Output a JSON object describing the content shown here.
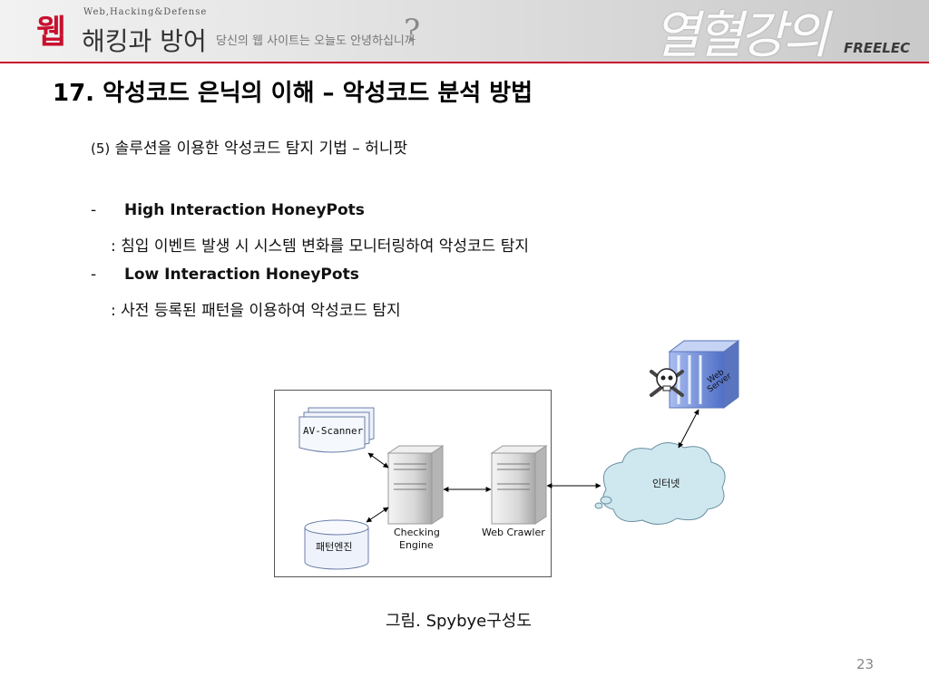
{
  "banner": {
    "logo_web": "웹",
    "logo_subtitle": "Web,Hacking&Defense",
    "logo_title": "해킹과 방어",
    "tagline": "당신의 웹 사이트는 오늘도 안녕하십니까",
    "question_mark": "?",
    "brush_text": "열혈강의",
    "publisher": "FREELEC"
  },
  "slide": {
    "title": "17. 악성코드 은닉의 이해 – 악성코드 분석 방법",
    "subtitle_num": "(5)",
    "subtitle_text": "솔루션을 이용한 악성코드 탐지 기법 – 허니팟",
    "items": [
      {
        "dash": "-",
        "heading": "High Interaction HoneyPots",
        "desc": ": 침입 이벤트 발생 시 시스템 변화를 모니터링하여 악성코드 탐지"
      },
      {
        "dash": "-",
        "heading": "Low Interaction HoneyPots",
        "desc": ": 사전 등록된 패턴을 이용하여 악성코드 탐지"
      }
    ],
    "caption": "그림. Spybye구성도",
    "page_number": "23"
  },
  "diagram": {
    "av_scanner": "AV-Scanner",
    "pattern_engine": "패턴엔진",
    "checking_engine_line1": "Checking",
    "checking_engine_line2": "Engine",
    "web_crawler": "Web Crawler",
    "internet": "인터넷",
    "web_server_line1": "Web",
    "web_server_line2": "Server"
  },
  "colors": {
    "accent_red": "#c8102e",
    "server_blue": "#6f8fd8",
    "cloud_fill": "#cfe8ef"
  }
}
